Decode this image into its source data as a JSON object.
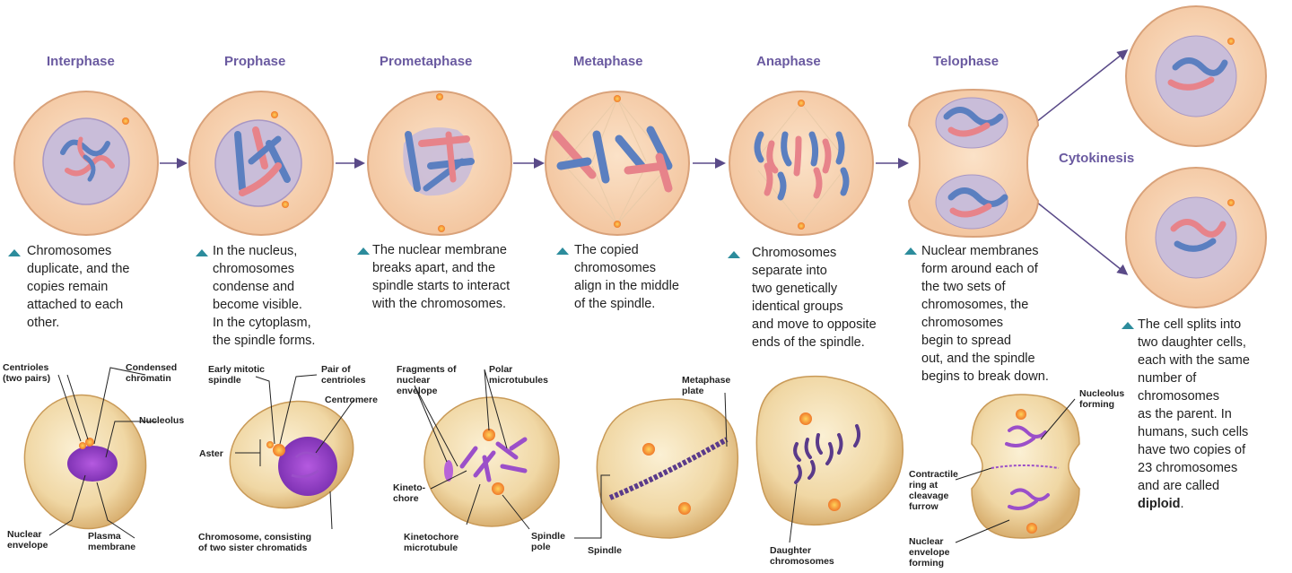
{
  "phases": [
    {
      "title": "Interphase",
      "desc": [
        "Chromosomes",
        "duplicate, and the",
        "copies remain",
        "attached to each",
        "other."
      ]
    },
    {
      "title": "Prophase",
      "desc": [
        "In the nucleus,",
        "chromosomes",
        "condense and",
        "become visible.",
        "In the cytoplasm,",
        "the spindle forms."
      ]
    },
    {
      "title": "Prometaphase",
      "desc": [
        "The nuclear membrane",
        "breaks apart, and the",
        "spindle starts to interact",
        "with the chromosomes."
      ]
    },
    {
      "title": "Metaphase",
      "desc": [
        "The copied",
        "chromosomes",
        "align in the middle",
        "of the spindle."
      ]
    },
    {
      "title": "Anaphase",
      "desc": [
        "Chromosomes",
        "separate into",
        "two genetically",
        "identical groups",
        "and move to opposite",
        "ends of the spindle."
      ]
    },
    {
      "title": "Telophase",
      "desc": [
        "Nuclear membranes",
        "form around each of",
        "the two sets of",
        "chromosomes, the",
        "chromosomes",
        "begin to spread",
        "out, and the spindle",
        "begins to break down."
      ]
    }
  ],
  "cytokinesis": {
    "title": "Cytokinesis",
    "desc": [
      "The cell splits into",
      "two daughter cells,",
      "each with the same",
      "number of",
      "chromosomes",
      "as the parent. In",
      "humans, such cells",
      "have two copies of",
      "23 chromosomes",
      "and are called"
    ],
    "desc_bold": "diploid",
    "desc_end": "."
  },
  "labels": {
    "centrioles": "Centrioles\n(two pairs)",
    "condensed_chromatin": "Condensed\nchromatin",
    "nucleolus": "Nucleolus",
    "nuclear_envelope": "Nuclear\nenvelope",
    "plasma_membrane": "Plasma\nmembrane",
    "early_spindle": "Early mitotic\nspindle",
    "pair_centrioles": "Pair of\ncentrioles",
    "centromere": "Centromere",
    "aster": "Aster",
    "chromosome_sister": "Chromosome, consisting\nof two sister chromatids",
    "fragments": "Fragments of\nnuclear\nenvelope",
    "polar_microtubules": "Polar\nmicrotubules",
    "kinetochore": "Kineto-\nchore",
    "kinetochore_microtubule": "Kinetochore\nmicrotubule",
    "spindle_pole": "Spindle\npole",
    "metaphase_plate": "Metaphase\nplate",
    "spindle": "Spindle",
    "daughter_chromosomes": "Daughter\nchromosomes",
    "nucleolus_forming": "Nucleolus\nforming",
    "contractile_ring": "Contractile\nring at\ncleavage\nfurrow",
    "nuclear_envelope_forming": "Nuclear\nenvelope\nforming"
  },
  "colors": {
    "title": "#6a5aa0",
    "cell_fill": "#f6d3b2",
    "cell_stroke": "#d9a27a",
    "nucleus_fill": "#c9bdd9",
    "chromosome_blue": "#5b7fc0",
    "chromosome_pink": "#e7838a",
    "marker": "#2c8c9c"
  }
}
